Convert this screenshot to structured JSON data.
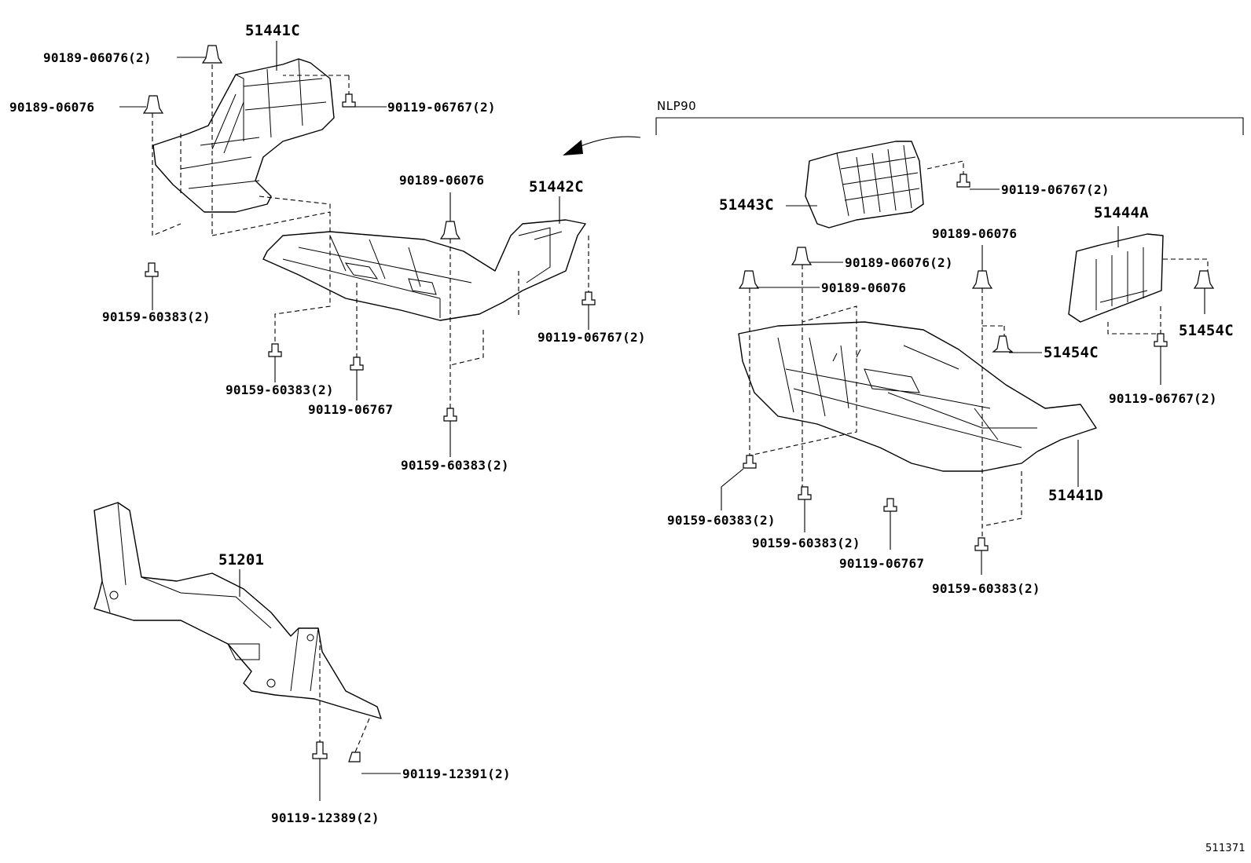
{
  "callouts": {
    "p51441c": "51441C",
    "p90189_06076_2_a": "90189-06076(2)",
    "p90189_06076_a": "90189-06076",
    "p90119_06767_2_a": "90119-06767(2)",
    "p90159_60383_2_a": "90159-60383(2)",
    "p90189_06076_b": "90189-06076",
    "p51442c": "51442C",
    "p90119_06767_2_b": "90119-06767(2)",
    "p90159_60383_2_b": "90159-60383(2)",
    "p90119_06767_a": "90119-06767",
    "p90159_60383_2_c": "90159-60383(2)",
    "p51201": "51201",
    "p90119_12391_2": "90119-12391(2)",
    "p90119_12389_2": "90119-12389(2)",
    "nlp90": "NLP90",
    "p51443c": "51443C",
    "p90119_06767_2_c": "90119-06767(2)",
    "p51444a": "51444A",
    "p90189_06076_c": "90189-06076",
    "p90189_06076_2_b": "90189-06076(2)",
    "p90189_06076_d": "90189-06076",
    "p51454c_a": "51454C",
    "p51454c_b": "51454C",
    "p90119_06767_2_d": "90119-06767(2)",
    "p51441d": "51441D",
    "p90159_60383_2_d": "90159-60383(2)",
    "p90159_60383_2_e": "90159-60383(2)",
    "p90119_06767_b": "90119-06767",
    "p90159_60383_2_f": "90159-60383(2)",
    "illustration_number": "511371"
  }
}
